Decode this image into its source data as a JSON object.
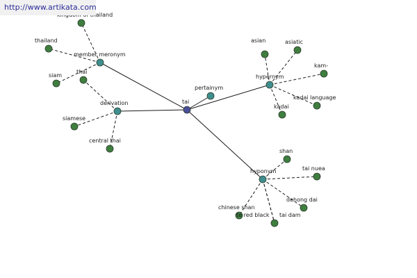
{
  "banner": {
    "url_text": "http://www.artikata.com"
  },
  "colors": {
    "root": "#4a4f9a",
    "relation": "#3f8f8f",
    "leaf": "#3f7e3f",
    "edge": "#1a1a1a"
  },
  "graph": {
    "root": {
      "id": "tai",
      "label": "tai"
    },
    "relations": [
      {
        "id": "member-meronym",
        "label": "member meronym"
      },
      {
        "id": "derivation",
        "label": "derivation"
      },
      {
        "id": "pertainym",
        "label": "pertainym"
      },
      {
        "id": "hypernym",
        "label": "hypernym"
      },
      {
        "id": "hyponym",
        "label": "hyponym"
      }
    ],
    "leaves": [
      {
        "id": "kingdom-of-thailand",
        "label": "kingdom of thailand",
        "parent": "member-meronym"
      },
      {
        "id": "thailand",
        "label": "thailand",
        "parent": "member-meronym"
      },
      {
        "id": "siam",
        "label": "siam",
        "parent": "member-meronym"
      },
      {
        "id": "thai",
        "label": "thai",
        "parent": "derivation"
      },
      {
        "id": "siamese",
        "label": "siamese",
        "parent": "derivation"
      },
      {
        "id": "central-thai",
        "label": "central thai",
        "parent": "derivation"
      },
      {
        "id": "asian",
        "label": "asian",
        "parent": "hypernym"
      },
      {
        "id": "asiatic",
        "label": "asiatic",
        "parent": "hypernym"
      },
      {
        "id": "kam",
        "label": "kam-",
        "parent": "hypernym"
      },
      {
        "id": "kadai-language",
        "label": "kadai language",
        "parent": "hypernym"
      },
      {
        "id": "kadai",
        "label": "kadai",
        "parent": "hypernym"
      },
      {
        "id": "shan",
        "label": "shan",
        "parent": "hyponym"
      },
      {
        "id": "tai-nuea",
        "label": "tai nuea",
        "parent": "hyponym"
      },
      {
        "id": "dehong-dai",
        "label": "dehong dai",
        "parent": "hyponym"
      },
      {
        "id": "chinese-shan",
        "label": "chinese shan",
        "parent": "hyponym"
      },
      {
        "id": "white-red-black",
        "label": "te red black",
        "parent": "hyponym"
      },
      {
        "id": "tai-dam",
        "label": "tai dam",
        "parent": "hyponym"
      }
    ]
  }
}
